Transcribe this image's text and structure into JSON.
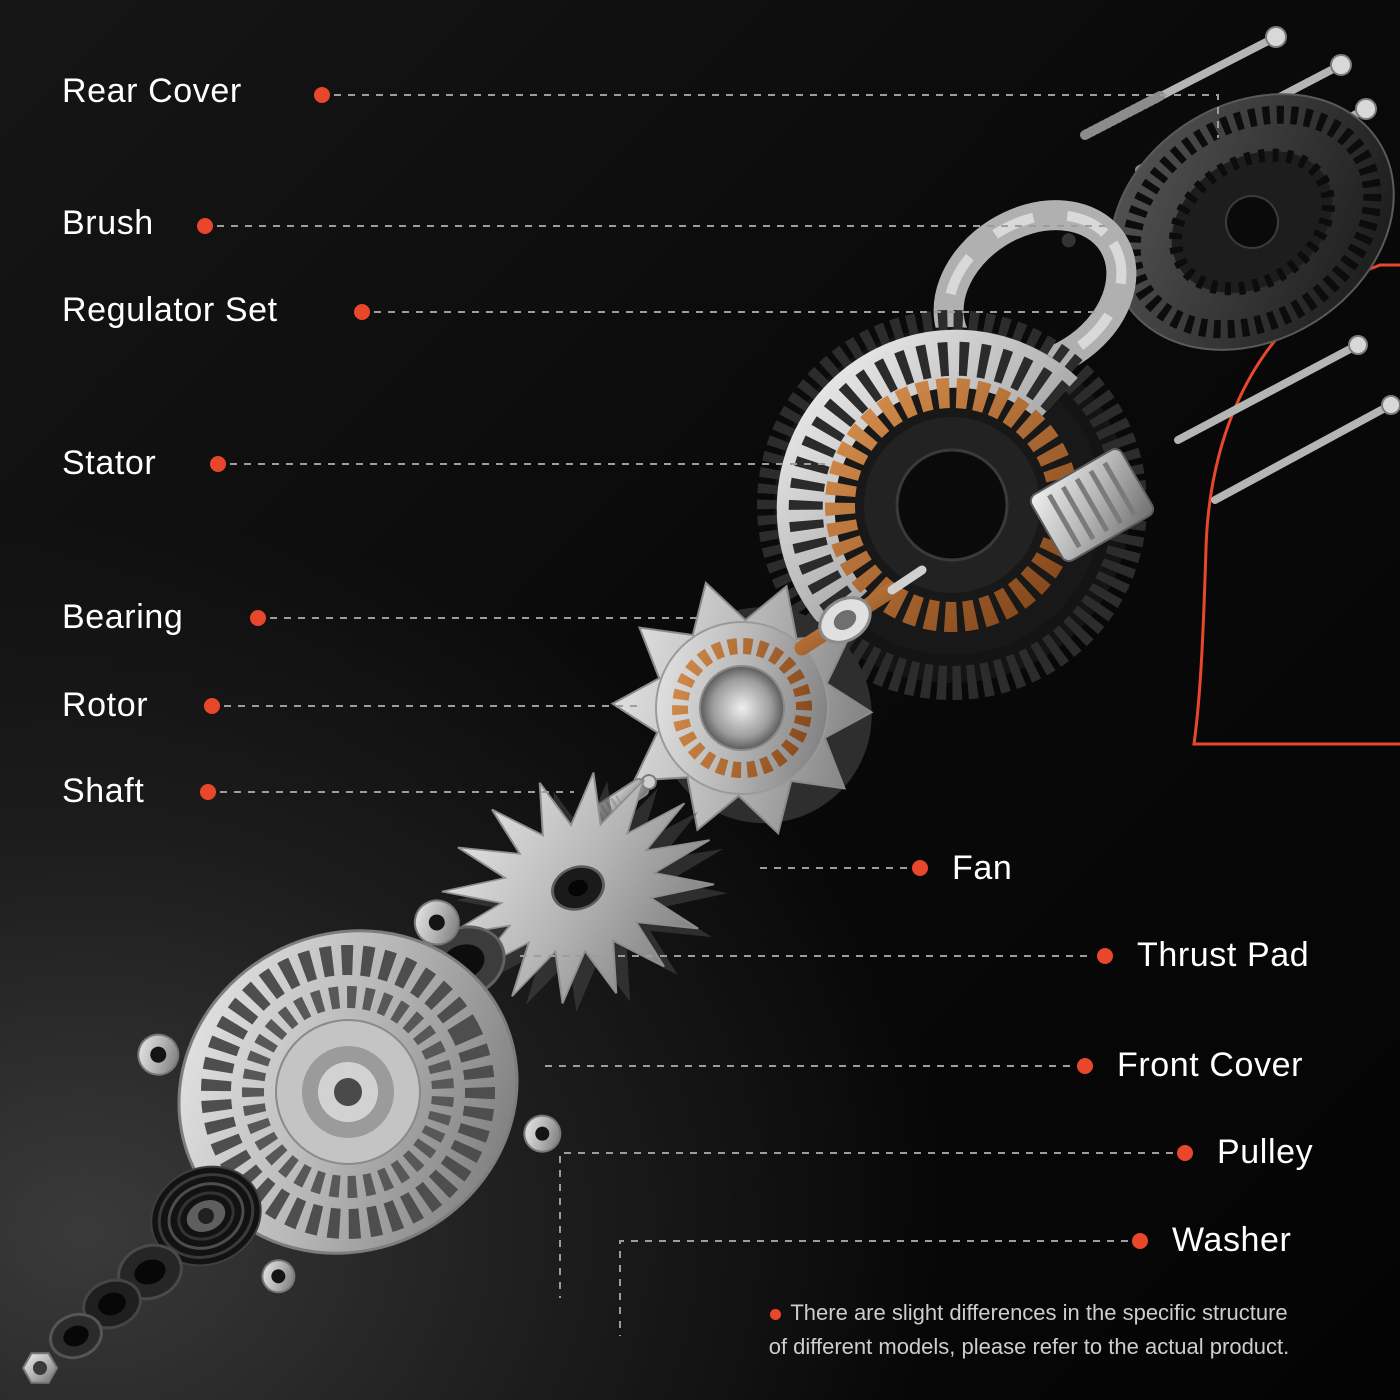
{
  "page": {
    "accent_color": "#e8472b",
    "background_color": "#0a0a0a",
    "text_color": "#ffffff"
  },
  "diagram": {
    "subject": "Alternator exploded parts diagram",
    "left_labels": [
      "Rear Cover",
      "Brush",
      "Regulator Set",
      "Stator",
      "Bearing",
      "Rotor",
      "Shaft"
    ],
    "right_labels": [
      "Fan",
      "Thrust Pad",
      "Front Cover",
      "Pulley",
      "Washer"
    ],
    "footnote": {
      "line1": "There are slight differences in the specific structure",
      "line2": "of different models, please refer to the actual product."
    }
  }
}
